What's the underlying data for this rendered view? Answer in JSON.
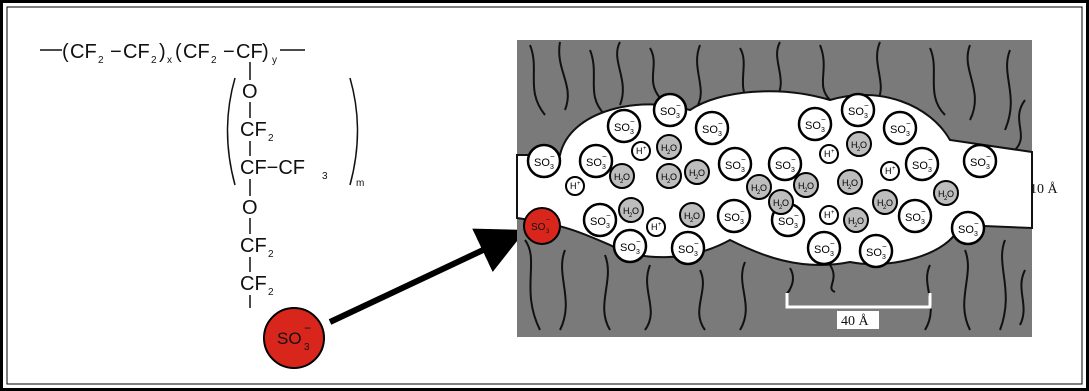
{
  "diagram": {
    "polymer_backbone": {
      "cf2": "CF",
      "sub2": "2",
      "dash": "−",
      "sub_x": "x",
      "sub_y": "y",
      "cf": "CF"
    },
    "side_chain": {
      "o": "O",
      "cf2": "CF",
      "sub2": "2",
      "cf_cf3_left": "CF−CF",
      "sub3": "3",
      "sub_m": "m"
    },
    "sulfonate": {
      "so": "SO",
      "sub3": "3",
      "charge": "−"
    },
    "water": {
      "h": "H",
      "sub2": "2",
      "o": "O"
    },
    "proton": {
      "h": "H",
      "charge": "+"
    },
    "dimension_labels": {
      "channel_width": "10 Å",
      "cluster_length": "40 Å"
    },
    "colors": {
      "outer_border": "#000000",
      "polymer_matrix": "#7a7a7a",
      "sulfonate_highlight": "#d9261c",
      "water_molecule": "#bdbdbd",
      "arrow": "#000000"
    }
  }
}
